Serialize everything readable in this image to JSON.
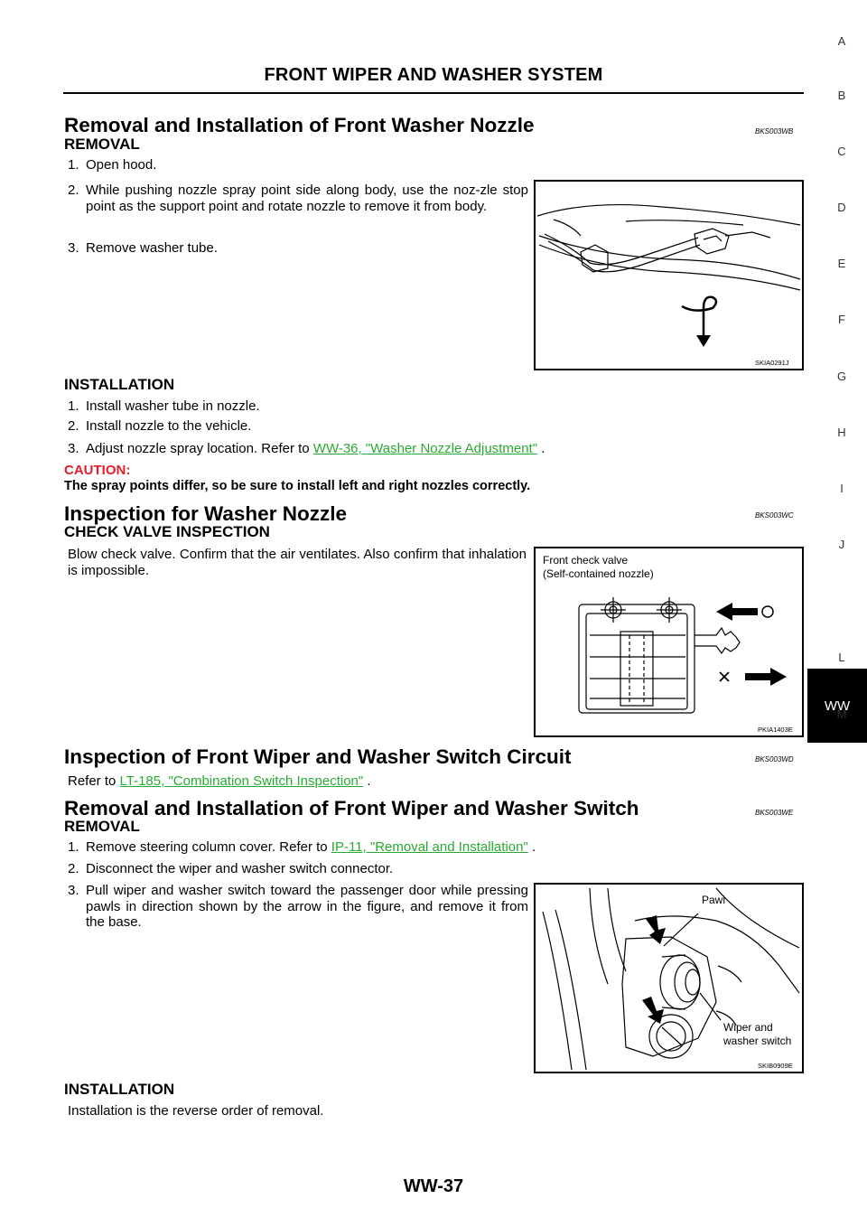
{
  "header": {
    "title": "FRONT WIPER AND WASHER SYSTEM"
  },
  "side_index": {
    "letters": [
      "A",
      "B",
      "C",
      "D",
      "E",
      "F",
      "G",
      "H",
      "I",
      "J",
      "L",
      "M"
    ],
    "active_tab": "WW"
  },
  "section1": {
    "title": "Removal and Installation of Front Washer Nozzle",
    "code": "BKS003WB",
    "removal_heading": "REMOVAL",
    "removal_steps": [
      {
        "num": "1.",
        "text": "Open hood."
      },
      {
        "num": "2.",
        "text": "While pushing nozzle spray point side along body, use the noz-zle stop point as the support point and rotate nozzle to remove it from body."
      },
      {
        "num": "3.",
        "text": "Remove washer tube."
      }
    ],
    "figure_id": "SKIA0291J",
    "installation_heading": "INSTALLATION",
    "installation_steps": [
      {
        "num": "1.",
        "text": "Install washer tube in nozzle."
      },
      {
        "num": "2.",
        "text": "Install nozzle to the vehicle."
      },
      {
        "num": "3.",
        "text_before": "Adjust nozzle spray location. Refer to ",
        "link": "WW-36, \"Washer Nozzle Adjustment\"",
        "text_after": " ."
      }
    ],
    "caution_label": "CAUTION:",
    "caution_text": "The spray points differ, so be sure to install left and right nozzles correctly."
  },
  "section2": {
    "title": "Inspection for Washer Nozzle",
    "code": "BKS003WC",
    "subheading": "CHECK VALVE INSPECTION",
    "text": "Blow check valve. Confirm that the air ventilates. Also confirm that inhalation is impossible.",
    "figure_label_1": "Front check valve",
    "figure_label_2": "(Self-contained nozzle)",
    "figure_id": "PKIA1403E"
  },
  "section3": {
    "title": "Inspection of Front Wiper and Washer Switch Circuit",
    "code": "BKS003WD",
    "text_before": "Refer to ",
    "link": "LT-185, \"Combination Switch Inspection\"",
    "text_after": " ."
  },
  "section4": {
    "title": "Removal and Installation of Front Wiper and Washer Switch",
    "code": "BKS003WE",
    "removal_heading": "REMOVAL",
    "removal_steps": [
      {
        "num": "1.",
        "text_before": "Remove steering column cover. Refer to ",
        "link": "IP-11, \"Removal and Installation\"",
        "text_after": " ."
      },
      {
        "num": "2.",
        "text": "Disconnect the wiper and washer switch connector."
      },
      {
        "num": "3.",
        "text": "Pull wiper and washer switch toward the passenger door while pressing pawls in direction shown by the arrow in the figure, and remove it from the base."
      }
    ],
    "figure_label_pawl": "Pawl",
    "figure_label_switch_1": "Wiper and",
    "figure_label_switch_2": "washer switch",
    "figure_id": "SKIB0909E",
    "installation_heading": "INSTALLATION",
    "installation_text": "Installation is the reverse order of removal."
  },
  "footer": {
    "page_number": "WW-37"
  }
}
